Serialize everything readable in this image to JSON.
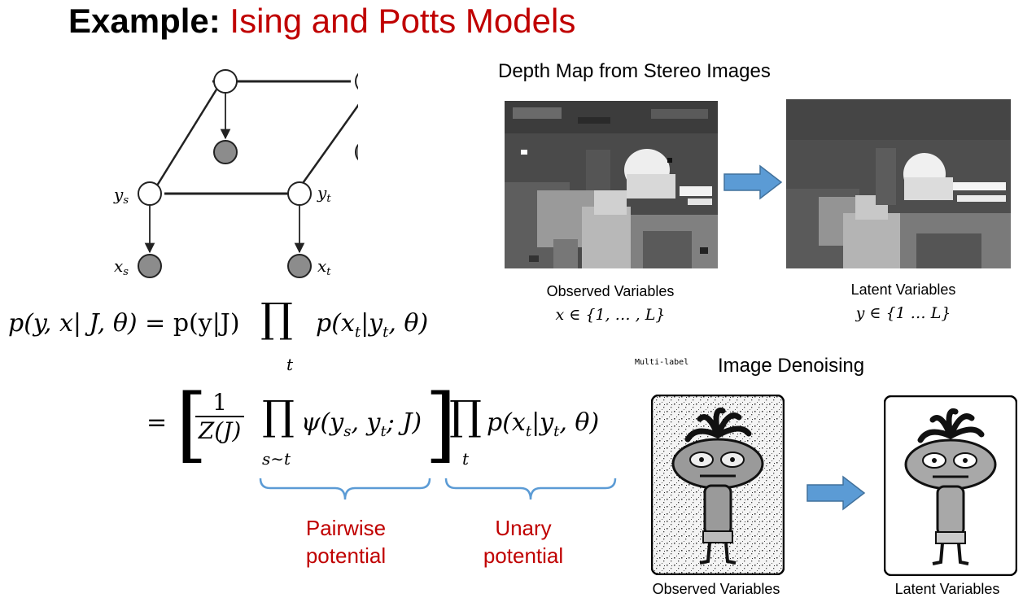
{
  "slide": {
    "title_prefix": "Example:",
    "title_accent": "Ising and Potts Models",
    "accent_color": "#c00000"
  },
  "graph": {
    "labels": {
      "ys": "y",
      "ys_sub": "s",
      "yt": "y",
      "yt_sub": "t",
      "xs": "x",
      "xs_sub": "s",
      "xt": "x",
      "xt_sub": "t"
    }
  },
  "equation": {
    "line1_lhs": "p(y, x| J, θ) =",
    "line1_rhs_a": "p(y|J)",
    "line1_prod_sub": "t",
    "line1_rhs_b": "p(x",
    "line1_rhs_b_sub": "t",
    "line1_rhs_c": "|y",
    "line1_rhs_c_sub": "t",
    "line1_rhs_d": ", θ)",
    "line2_eq": "=",
    "frac_num": "1",
    "frac_den": "Z(J)",
    "prod2_sub": "s∼t",
    "psi": "ψ(y",
    "psi_sub1": "s",
    "psi_mid": ", y",
    "psi_sub2": "t",
    "psi_end": "; J)",
    "prod3_sub": "t",
    "unary": "p(x",
    "unary_sub": "t",
    "unary_mid": "|y",
    "unary_sub2": "t",
    "unary_end": ", θ)"
  },
  "potentials": {
    "pairwise_line1": "Pairwise",
    "pairwise_line2": "potential",
    "unary_line1": "Unary",
    "unary_line2": "potential",
    "brace_color": "#5b9bd5"
  },
  "depth_section": {
    "title": "Depth Map from Stereo Images",
    "observed_caption": "Observed Variables",
    "observed_domain": "x ∈ {1, … , L}",
    "latent_caption": "Latent Variables",
    "latent_domain": "y ∈ {1 … L}"
  },
  "denoise_section": {
    "small_label": "Multi-label",
    "title": "Image Denoising",
    "observed_caption": "Observed Variables",
    "latent_caption": "Latent Variables"
  },
  "colors": {
    "arrow_fill": "#5b9bd5",
    "observed_node_fill": "#8c8c8c"
  }
}
